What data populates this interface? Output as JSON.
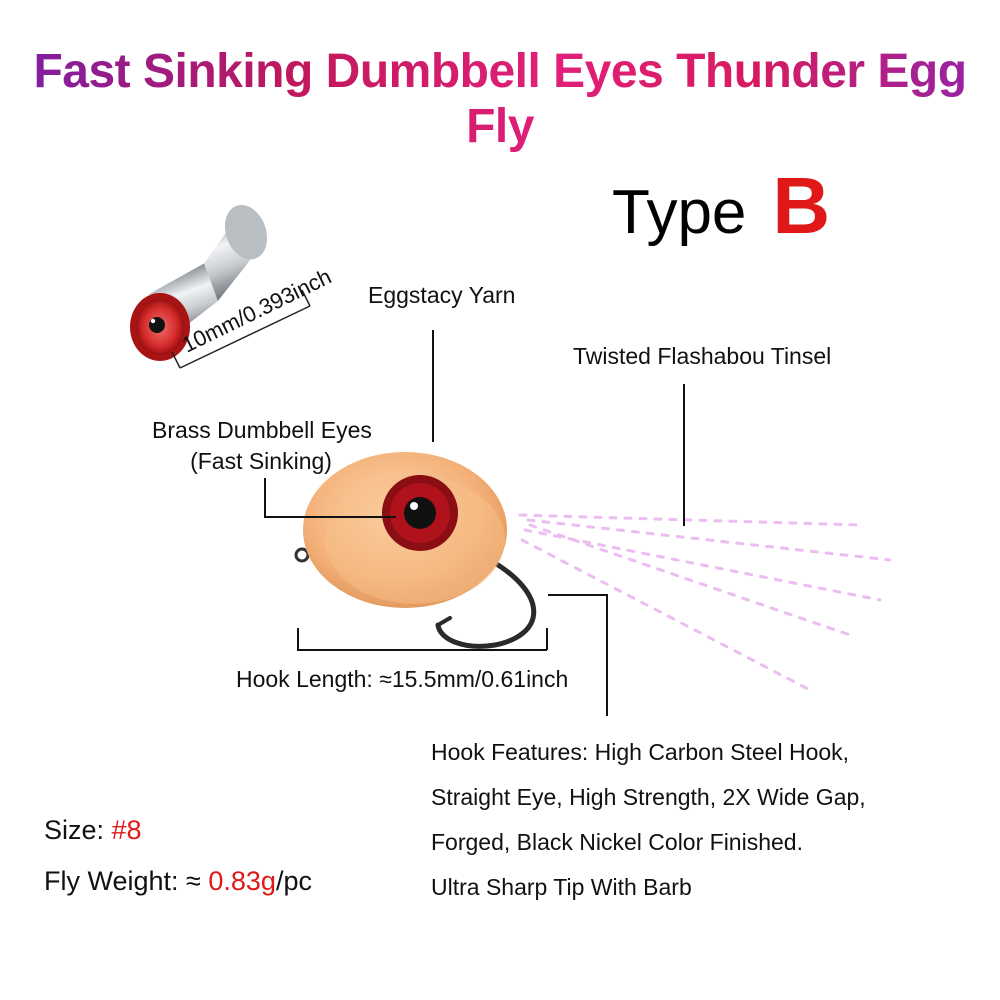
{
  "title": "Fast Sinking Dumbbell Eyes Thunder Egg Fly",
  "type_label": {
    "word": "Type",
    "letter": "B"
  },
  "labels": {
    "eyes_dimension": "10mm/0.393inch",
    "eggstacy_yarn": "Eggstacy Yarn",
    "tinsel": "Twisted Flashabou Tinsel",
    "brass_eyes_line1": "Brass Dumbbell Eyes",
    "brass_eyes_line2": "(Fast Sinking)",
    "hook_length": "Hook Length: ≈15.5mm/0.61inch"
  },
  "hook_features": [
    "Hook Features: High Carbon Steel Hook,",
    "Straight Eye, High Strength, 2X Wide Gap,",
    "Forged, Black Nickel Color Finished.",
    "Ultra Sharp Tip With Barb"
  ],
  "specs": {
    "size_label": "Size: ",
    "size_value": "#8",
    "weight_label": "Fly Weight: ≈ ",
    "weight_value": "0.83g",
    "weight_unit": "/pc"
  },
  "colors": {
    "accent_red": "#e01818",
    "yarn_orange": "#f4b27a",
    "eye_red": "#b0121c",
    "tinsel_pink": "#e9b6ef",
    "metal_silver": "#c9cdd1"
  }
}
